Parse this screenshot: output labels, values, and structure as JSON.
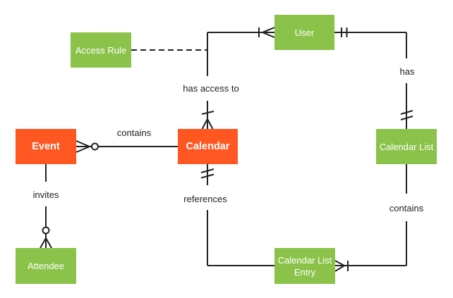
{
  "diagram": {
    "type": "entity-relationship",
    "colors": {
      "entity_orange": "#FF5722",
      "entity_green": "#8BC34A",
      "entity_text": "#FFFFFF",
      "connector_line": "#212121",
      "label_text": "#212121",
      "background": "#FFFFFF"
    },
    "entities": {
      "event": {
        "label": "Event",
        "color": "#FF5722"
      },
      "calendar": {
        "label": "Calendar",
        "color": "#FF5722"
      },
      "access_rule": {
        "label": "Access Rule",
        "color": "#8BC34A"
      },
      "user": {
        "label": "User",
        "color": "#8BC34A"
      },
      "calendar_list": {
        "label": "Calendar List",
        "color": "#8BC34A"
      },
      "calendar_list_entry": {
        "label": "Calendar List Entry",
        "color": "#8BC34A"
      },
      "attendee": {
        "label": "Attendee",
        "color": "#8BC34A"
      }
    },
    "relationships": {
      "event_contains_calendar": {
        "label": "contains",
        "from": "Event",
        "to": "Calendar",
        "notation": "many-optional at Event side"
      },
      "event_invites_attendee": {
        "label": "invites",
        "from": "Event",
        "to": "Attendee",
        "notation": "zero-or-many at Attendee side"
      },
      "calendar_has_access_to_user": {
        "label": "has access to",
        "from": "Calendar",
        "to": "User",
        "notation": "one-or-many at both ends"
      },
      "user_has_calendar_list": {
        "label": "has",
        "from": "User",
        "to": "Calendar List",
        "notation": "exactly-one at both ends"
      },
      "calendar_list_contains_entry": {
        "label": "contains",
        "from": "Calendar List",
        "to": "Calendar List Entry",
        "notation": "one-or-many at Entry side"
      },
      "calendar_references_entry": {
        "label": "references",
        "from": "Calendar",
        "to": "Calendar List Entry",
        "notation": "exactly-one at Calendar side"
      },
      "access_rule_link": {
        "label": "",
        "from": "Access Rule",
        "to": "has access to relationship",
        "notation": "dashed association"
      }
    }
  }
}
